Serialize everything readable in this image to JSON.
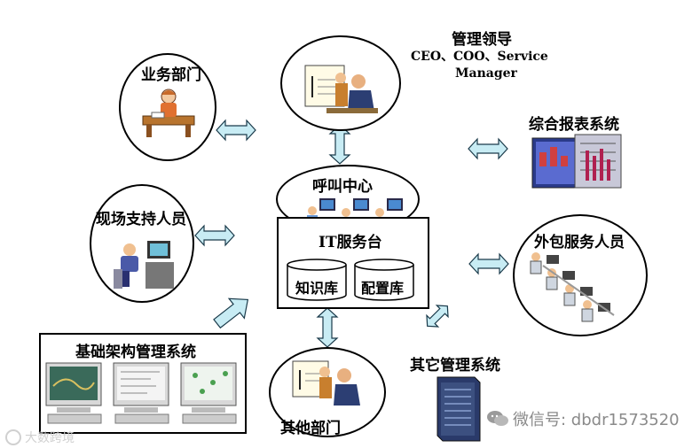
{
  "nodes": {
    "business_dept": "业务部门",
    "management": {
      "title": "管理领导",
      "line1": "CEO、COO、Service",
      "line2": "Manager"
    },
    "reporting_system": "综合报表系统",
    "call_center": "呼叫中心",
    "field_support": "现场支持人员",
    "it_service_desk": {
      "title": "IT服务台",
      "knowledge_base": "知识库",
      "config_base": "配置库"
    },
    "outsourcing": "外包服务人员",
    "infrastructure_system": "基础架构管理系统",
    "other_depts": "其他部门",
    "other_systems": "其它管理系统"
  },
  "watermarks": {
    "wechat": "微信号: dbdr1573520",
    "corner": "大数跨境"
  },
  "colors": {
    "arrow_fill": "#c8ecf4",
    "arrow_stroke": "#1a3a4a",
    "outline": "#000000"
  }
}
